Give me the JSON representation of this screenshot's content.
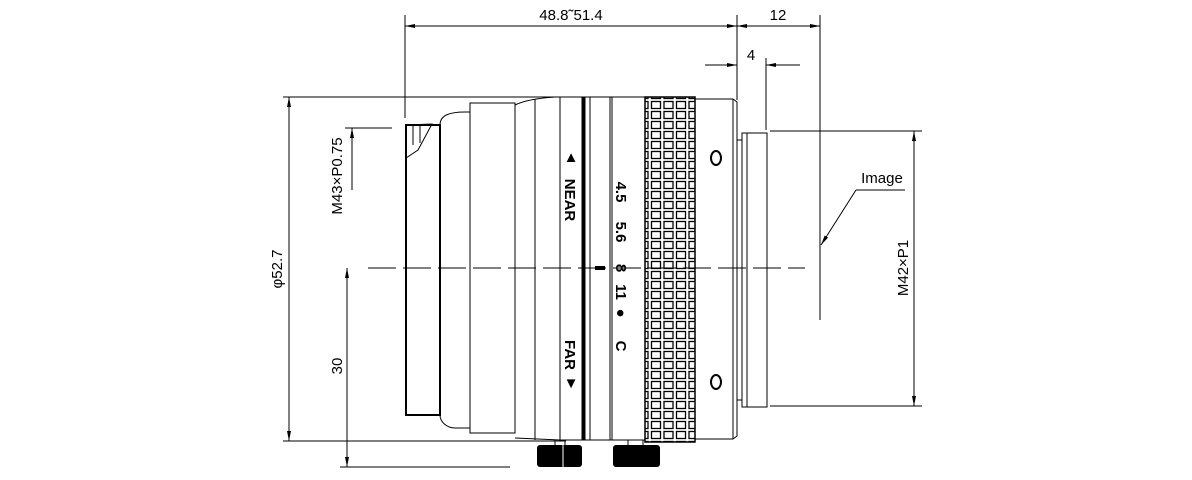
{
  "drawing": {
    "dimensions": {
      "overall_length": "48.8˜51.4",
      "mount_length": "12",
      "flange_step": "4",
      "front_thread": "M43×P0.75",
      "diameter": "φ52.7",
      "knob_height": "30",
      "rear_thread": "M42×P1",
      "image_label": "Image"
    },
    "lens_markings": {
      "near": "NEAR",
      "far": "FAR",
      "near_arrow": "▲",
      "far_arrow": "▼",
      "f_stops": [
        "4.5",
        "5.6",
        "8",
        "11",
        "●",
        "C"
      ]
    },
    "line_color": "#000000",
    "background_color": "#ffffff"
  }
}
